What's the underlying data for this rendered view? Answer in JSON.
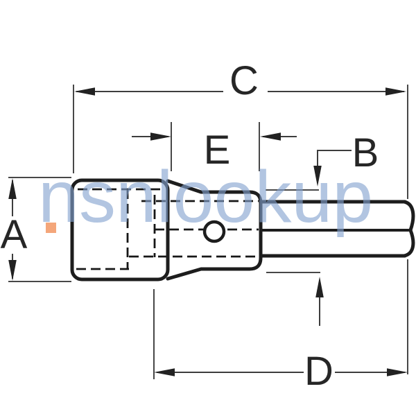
{
  "dimension_labels": {
    "a": "A",
    "b": "B",
    "c": "C",
    "d": "D",
    "e": "E"
  },
  "watermark": {
    "text": "nsnlookup",
    "text_color": "#84A3CF",
    "accent_color": "#ED7028"
  },
  "colors": {
    "background": "#FFFFFF",
    "outline": "#1D1D1D",
    "dimension_lines": "#3D3D3D"
  }
}
